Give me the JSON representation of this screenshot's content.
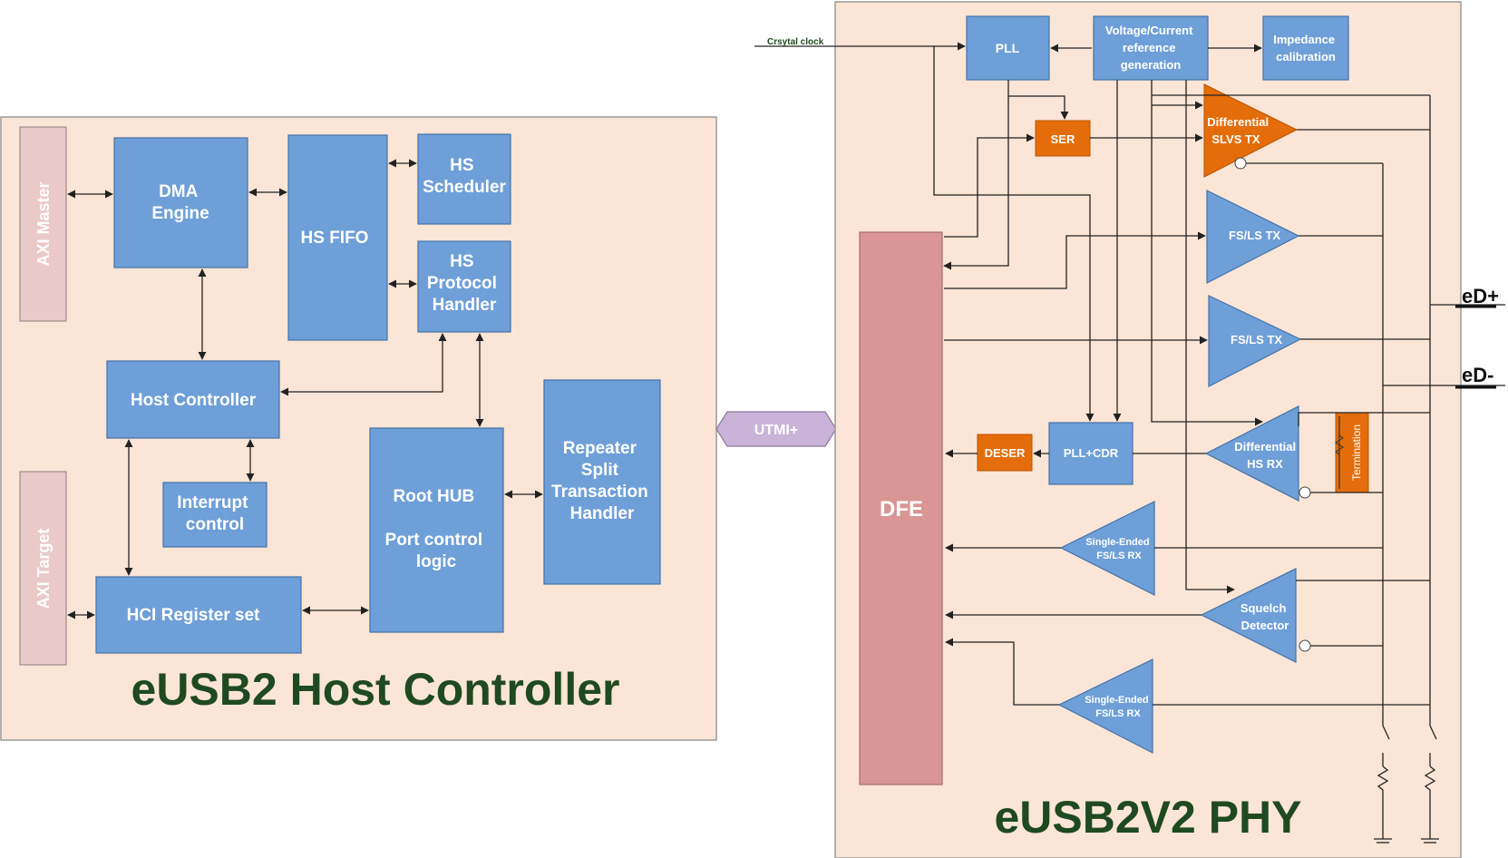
{
  "host": {
    "title": "eUSB2 Host Controller",
    "axi_master": "AXI Master",
    "axi_target": "AXI Target",
    "dma": [
      "DMA",
      "Engine"
    ],
    "hs_fifo": "HS FIFO",
    "hs_scheduler": [
      "HS",
      "Scheduler"
    ],
    "hs_protocol": [
      "HS",
      "Protocol",
      "Handler"
    ],
    "host_controller": "Host Controller",
    "interrupt": [
      "Interrupt",
      "control"
    ],
    "hci": "HCI Register set",
    "root_hub": [
      "Root HUB",
      "",
      "Port control",
      "logic"
    ],
    "repeater": [
      "Repeater",
      "Split",
      "Transaction",
      "Handler"
    ]
  },
  "link": {
    "utmi": "UTMI+"
  },
  "phy": {
    "title": "eUSB2V2 PHY",
    "crystal": "Crsytal clock",
    "pll": "PLL",
    "vref": [
      "Voltage/Current",
      "reference",
      "generation"
    ],
    "impedance": [
      "Impedance",
      "calibration"
    ],
    "ser": "SER",
    "diff_tx": [
      "Differential",
      "SLVS TX"
    ],
    "fsls_tx_1": "FS/LS TX",
    "fsls_tx_2": "FS/LS TX",
    "dfe": "DFE",
    "deser": "DESER",
    "pll_cdr": "PLL+CDR",
    "diff_rx": [
      "Differential",
      "HS RX"
    ],
    "termination": "Termination",
    "se_rx_1": [
      "Single-Ended",
      "FS/LS RX"
    ],
    "squelch": [
      "Squelch",
      "Detector"
    ],
    "se_rx_2": [
      "Single-Ended",
      "FS/LS RX"
    ],
    "edp": "eD+",
    "edm": "eD-"
  },
  "colors": {
    "panel": "#fbe5d6",
    "block": "#6f9fd8",
    "orange": "#e46c0a",
    "dfe": "#da9694",
    "axi": "#ecc9c9",
    "title_green": "#1f4a1f",
    "utmi": "#c9b3d8"
  }
}
